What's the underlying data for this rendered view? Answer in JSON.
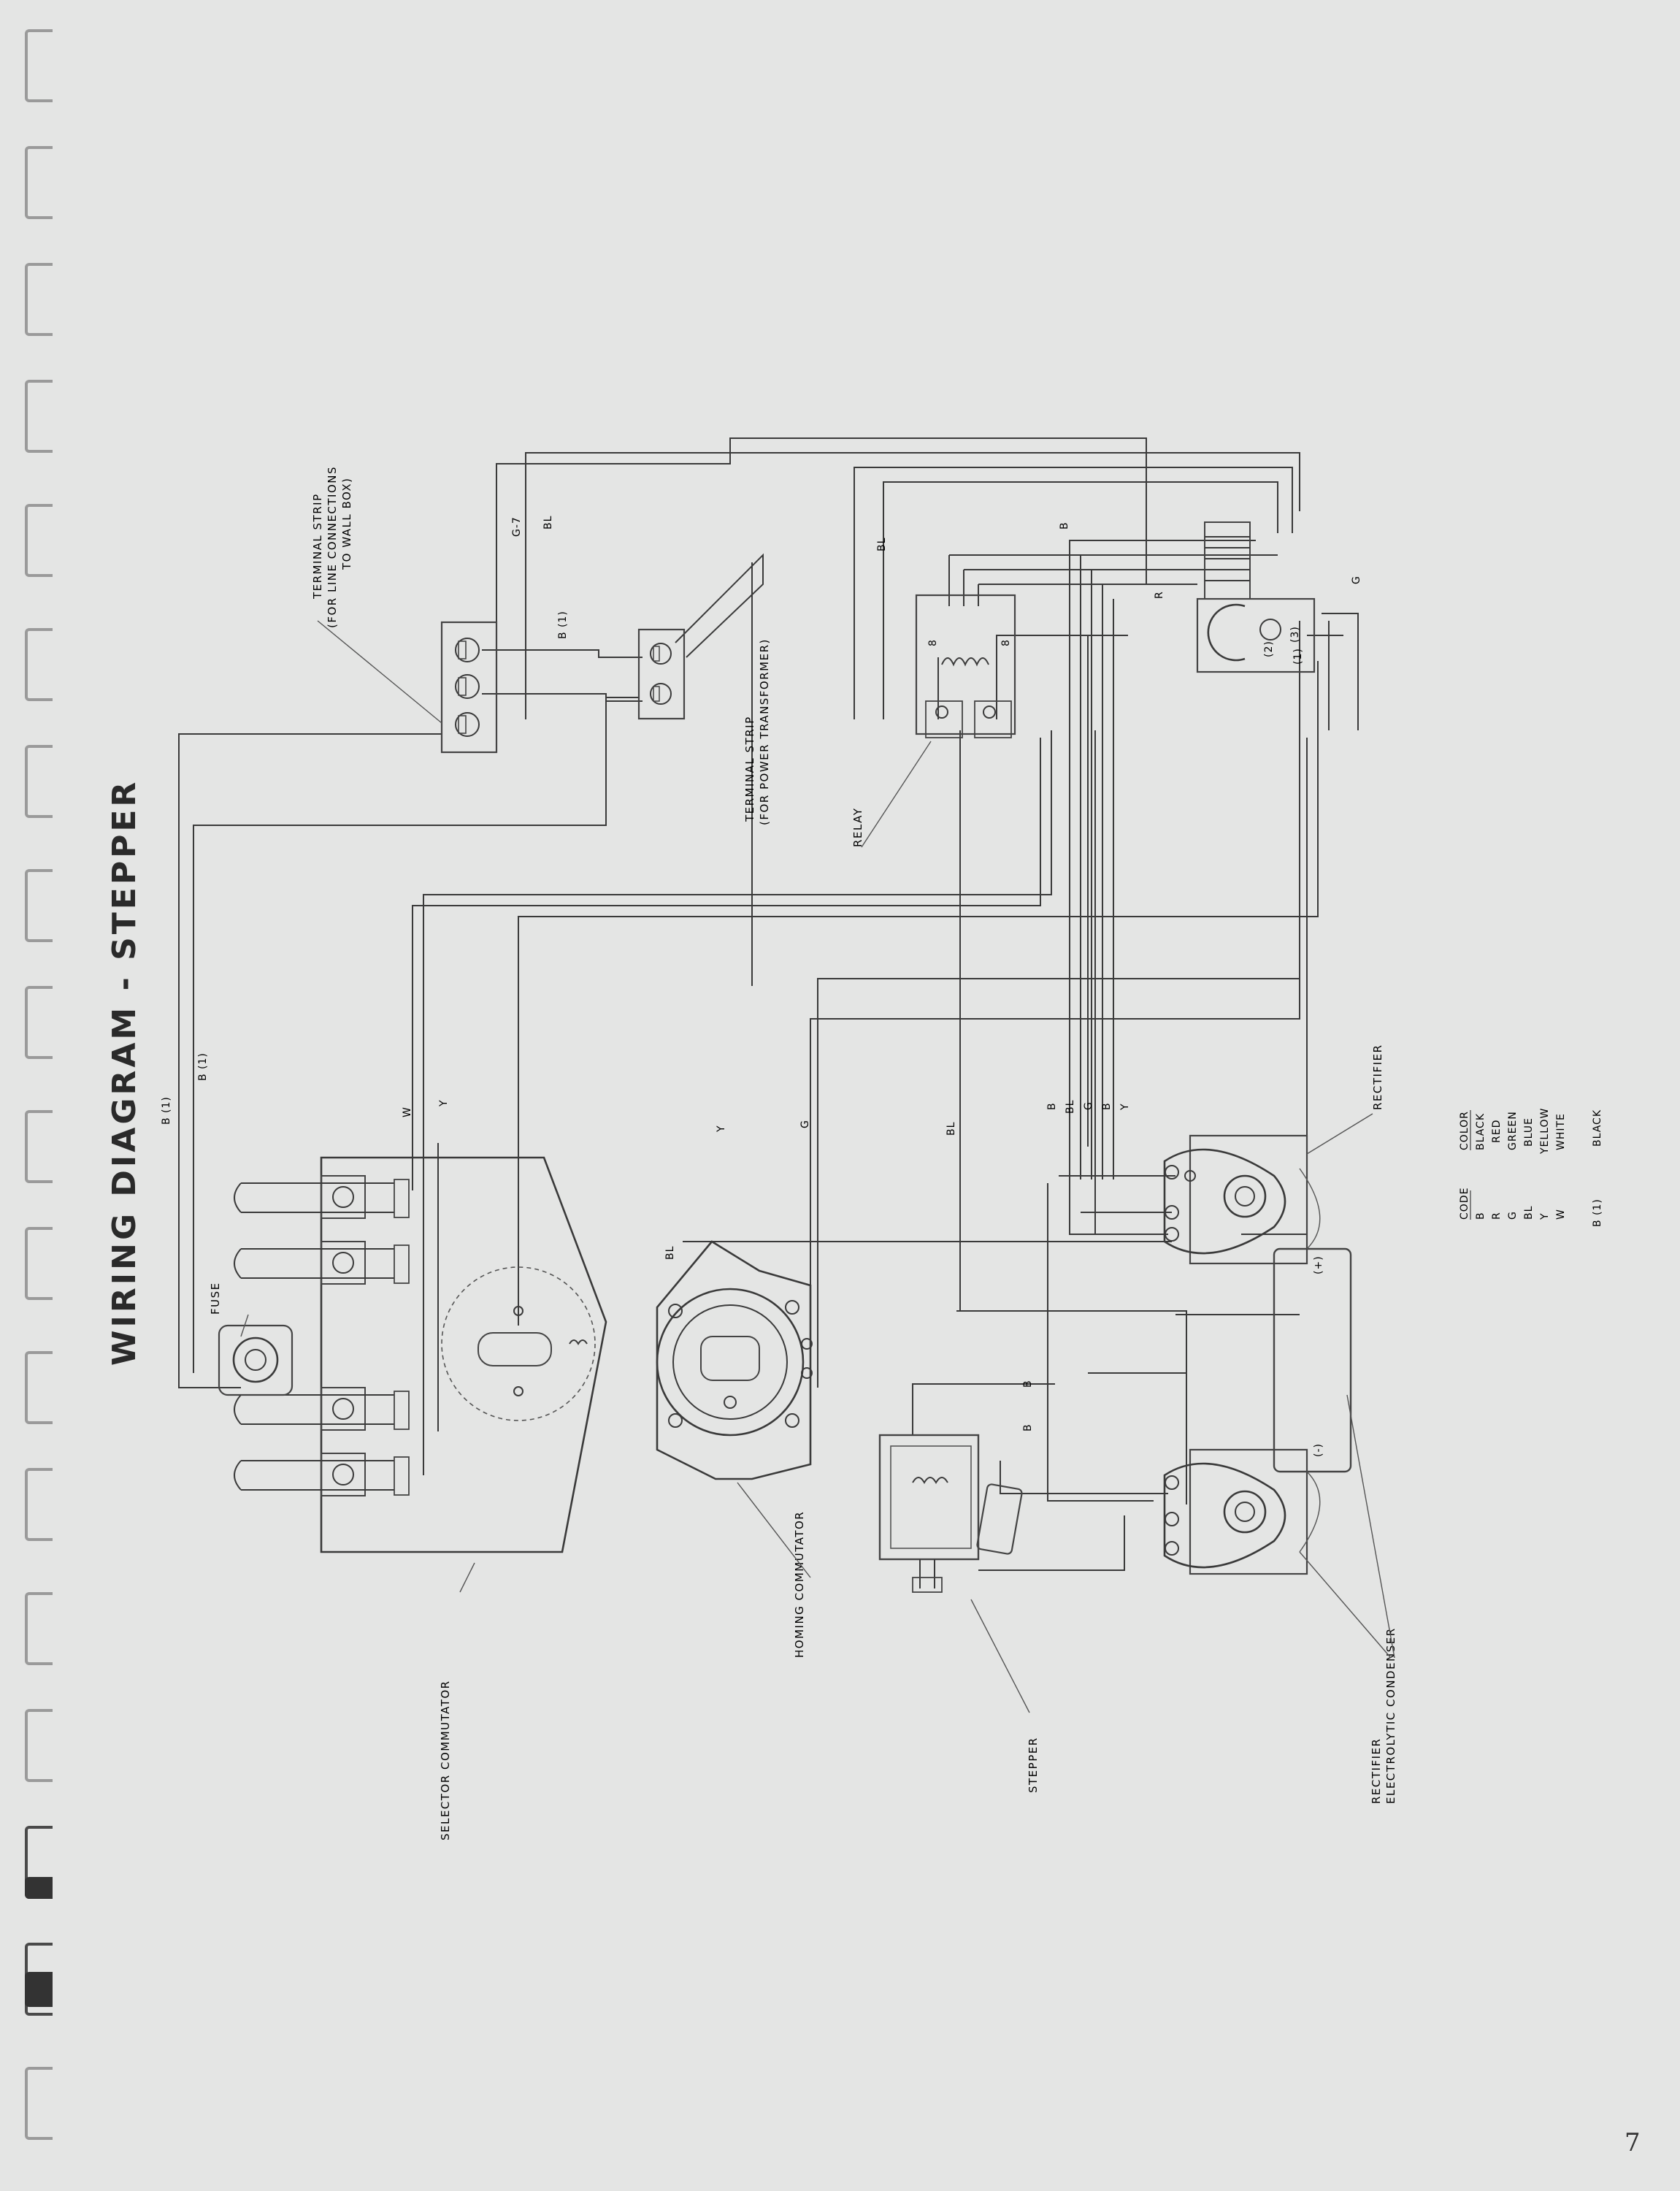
{
  "title": "WIRING DIAGRAM - STEPPER",
  "page_number": "7",
  "components": {
    "terminal_strip_line": {
      "line1": "TERMINAL STRIP",
      "line2": "(FOR LINE CONNECTIONS",
      "line3": "TO WALL BOX)"
    },
    "terminal_strip_power": {
      "line1": "TERMINAL STRIP",
      "line2": "(FOR POWER TRANSFORMER)"
    },
    "relay": "RELAY",
    "rectifier_top": "RECTIFIER",
    "fuse": "FUSE",
    "selector_commutator": "SELECTOR COMMUTATOR",
    "homing_commutator": "HOMING COMMUTATOR",
    "stepper": "STEPPER",
    "rectifier_condenser": {
      "line1": "RECTIFIER",
      "line2": "ELECTROLYTIC CONDENSER"
    },
    "condenser_plus": "(+)",
    "condenser_minus": "(-)"
  },
  "wire_labels": {
    "g7": "G-7",
    "bl_top": "BL",
    "b1_top": "B (1)",
    "bl_relay": "BL",
    "b_relay": "B",
    "r_relay": "R",
    "g_right": "G",
    "b1_left_a": "B (1)",
    "b1_left_b": "B (1)",
    "w": "W",
    "y": "Y",
    "y_mid": "Y",
    "g_mid": "G",
    "bl_mid": "BL",
    "bl_homing": "BL",
    "b_stepper_a": "B",
    "b_stepper_b": "B",
    "bundle": [
      "B",
      "BL",
      "G",
      "B",
      "Y"
    ],
    "relay_terms": [
      "8",
      "8"
    ],
    "box_terms": [
      "(3)",
      "(2)",
      "(1)"
    ]
  },
  "color_code": {
    "header": [
      "CODE",
      "COLOR"
    ],
    "rows": [
      [
        "B",
        "BLACK"
      ],
      [
        "R",
        "RED"
      ],
      [
        "G",
        "GREEN"
      ],
      [
        "BL",
        "BLUE"
      ],
      [
        "Y",
        "YELLOW"
      ],
      [
        "W",
        "WHITE"
      ]
    ],
    "footnote": [
      "B (1)",
      "BLACK"
    ]
  }
}
